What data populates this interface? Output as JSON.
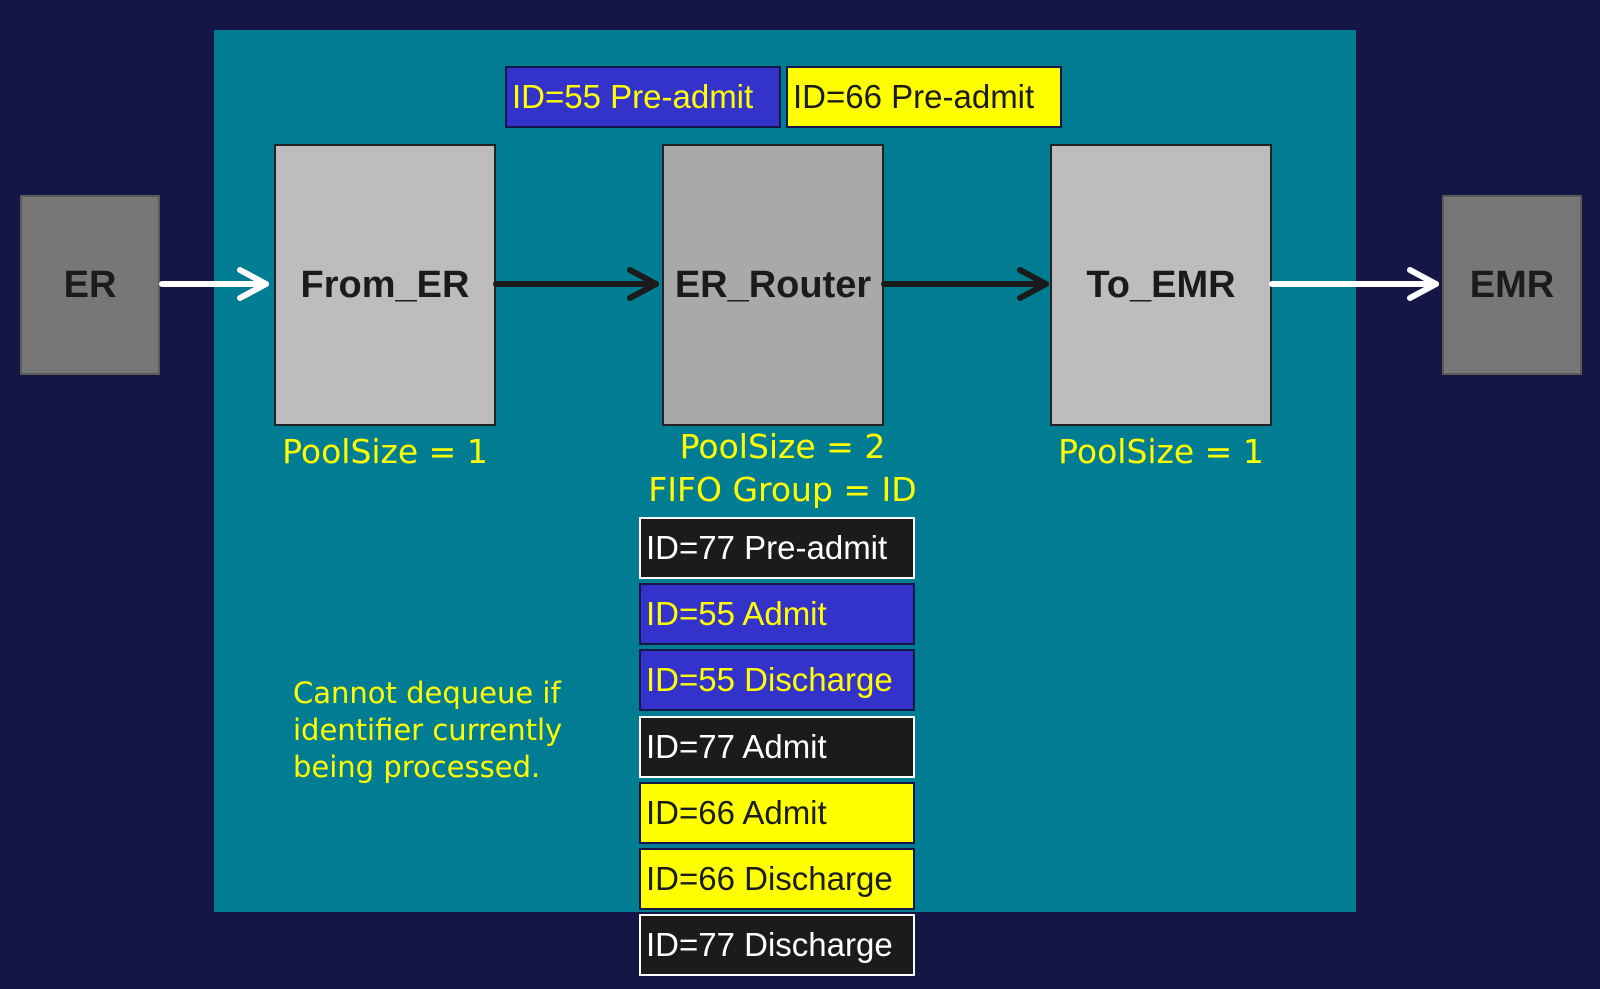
{
  "nodes": {
    "er": "ER",
    "from_er": "From_ER",
    "er_router": "ER_Router",
    "to_emr": "To_EMR",
    "emr": "EMR"
  },
  "labels": {
    "from_er_pool": "PoolSize = 1",
    "router_pool": "PoolSize = 2",
    "router_fifo": "FIFO Group = ID",
    "to_emr_pool": "PoolSize = 1"
  },
  "note": "Cannot dequeue if\nidentifier currently\nbeing processed.",
  "processing": [
    {
      "text": "ID=55 Pre-admit",
      "color": "blue"
    },
    {
      "text": "ID=66 Pre-admit",
      "color": "yellow"
    }
  ],
  "queue": [
    {
      "text": "ID=77 Pre-admit",
      "color": "black"
    },
    {
      "text": "ID=55 Admit",
      "color": "blue"
    },
    {
      "text": "ID=55 Discharge",
      "color": "blue"
    },
    {
      "text": "ID=77 Admit",
      "color": "black"
    },
    {
      "text": "ID=66 Admit",
      "color": "yellow"
    },
    {
      "text": "ID=66 Discharge",
      "color": "yellow"
    },
    {
      "text": "ID=77 Discharge",
      "color": "black"
    }
  ],
  "colors": {
    "background": "#141746",
    "panel": "#007c93",
    "label": "#ffff00",
    "blue_msg": "#3333cc",
    "yellow_msg": "#ffff00",
    "black_msg": "#1b1b1b"
  }
}
